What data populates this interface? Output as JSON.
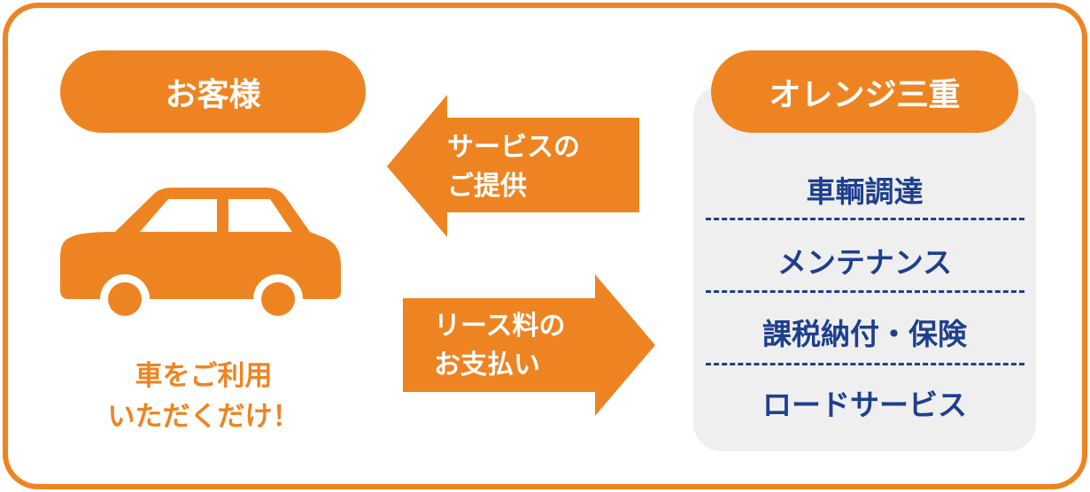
{
  "customer": {
    "label": "お客様",
    "caption_line1": "車をご利用",
    "caption_line2": "いただくだけ！"
  },
  "service_arrow": {
    "line1": "サービスの",
    "line2": "ご提供"
  },
  "payment_arrow": {
    "line1": "リース料の",
    "line2": "お支払い"
  },
  "company": {
    "label": "オレンジ三重",
    "items": [
      "車輌調達",
      "メンテナンス",
      "課税納付・保険",
      "ロードサービス"
    ]
  },
  "colors": {
    "orange": "#EE8421",
    "blue": "#1E3F8D",
    "panel": "#EFEFEF"
  }
}
